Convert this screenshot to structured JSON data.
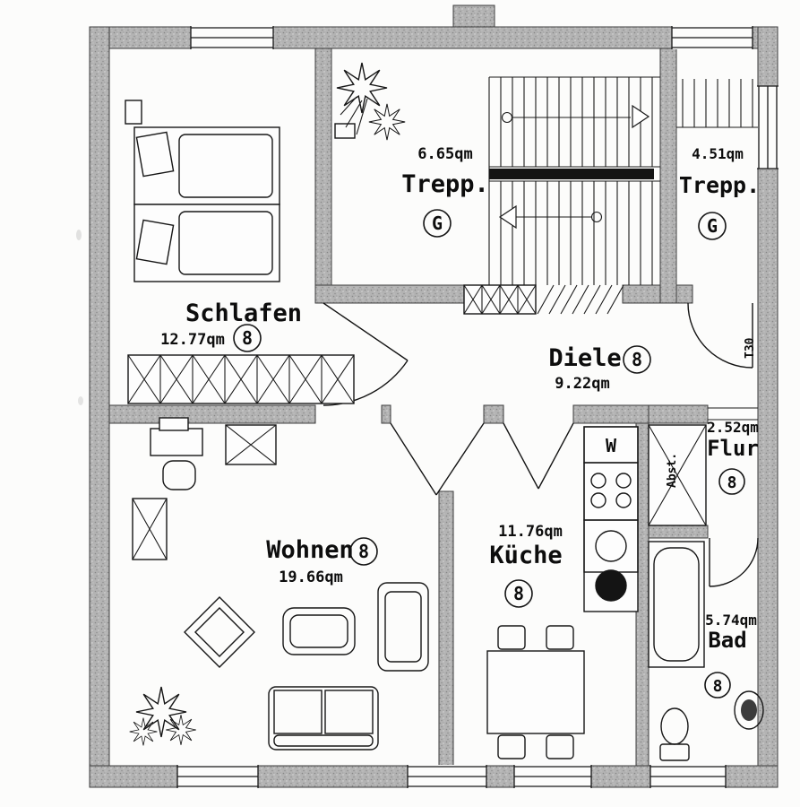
{
  "rooms": {
    "schlafen": {
      "name": "Schlafen",
      "area": "12.77qm",
      "number": "8"
    },
    "trepp_left": {
      "name": "Trepp.",
      "area": "6.65qm",
      "letter": "G"
    },
    "trepp_right": {
      "name": "Trepp.",
      "area": "4.51qm",
      "letter": "G"
    },
    "diele": {
      "name": "Diele",
      "area": "9.22qm",
      "number": "8"
    },
    "flur": {
      "name": "Flur",
      "area": "2.52qm",
      "number": "8"
    },
    "wohnen": {
      "name": "Wohnen",
      "area": "19.66qm",
      "number": "8"
    },
    "kueche": {
      "name": "Küche",
      "area": "11.76qm",
      "number": "8"
    },
    "bad": {
      "name": "Bad",
      "area": "5.74qm",
      "number": "8"
    }
  },
  "annotations": {
    "washer": "W",
    "closet": "Abst.",
    "door_rating": "T30"
  }
}
